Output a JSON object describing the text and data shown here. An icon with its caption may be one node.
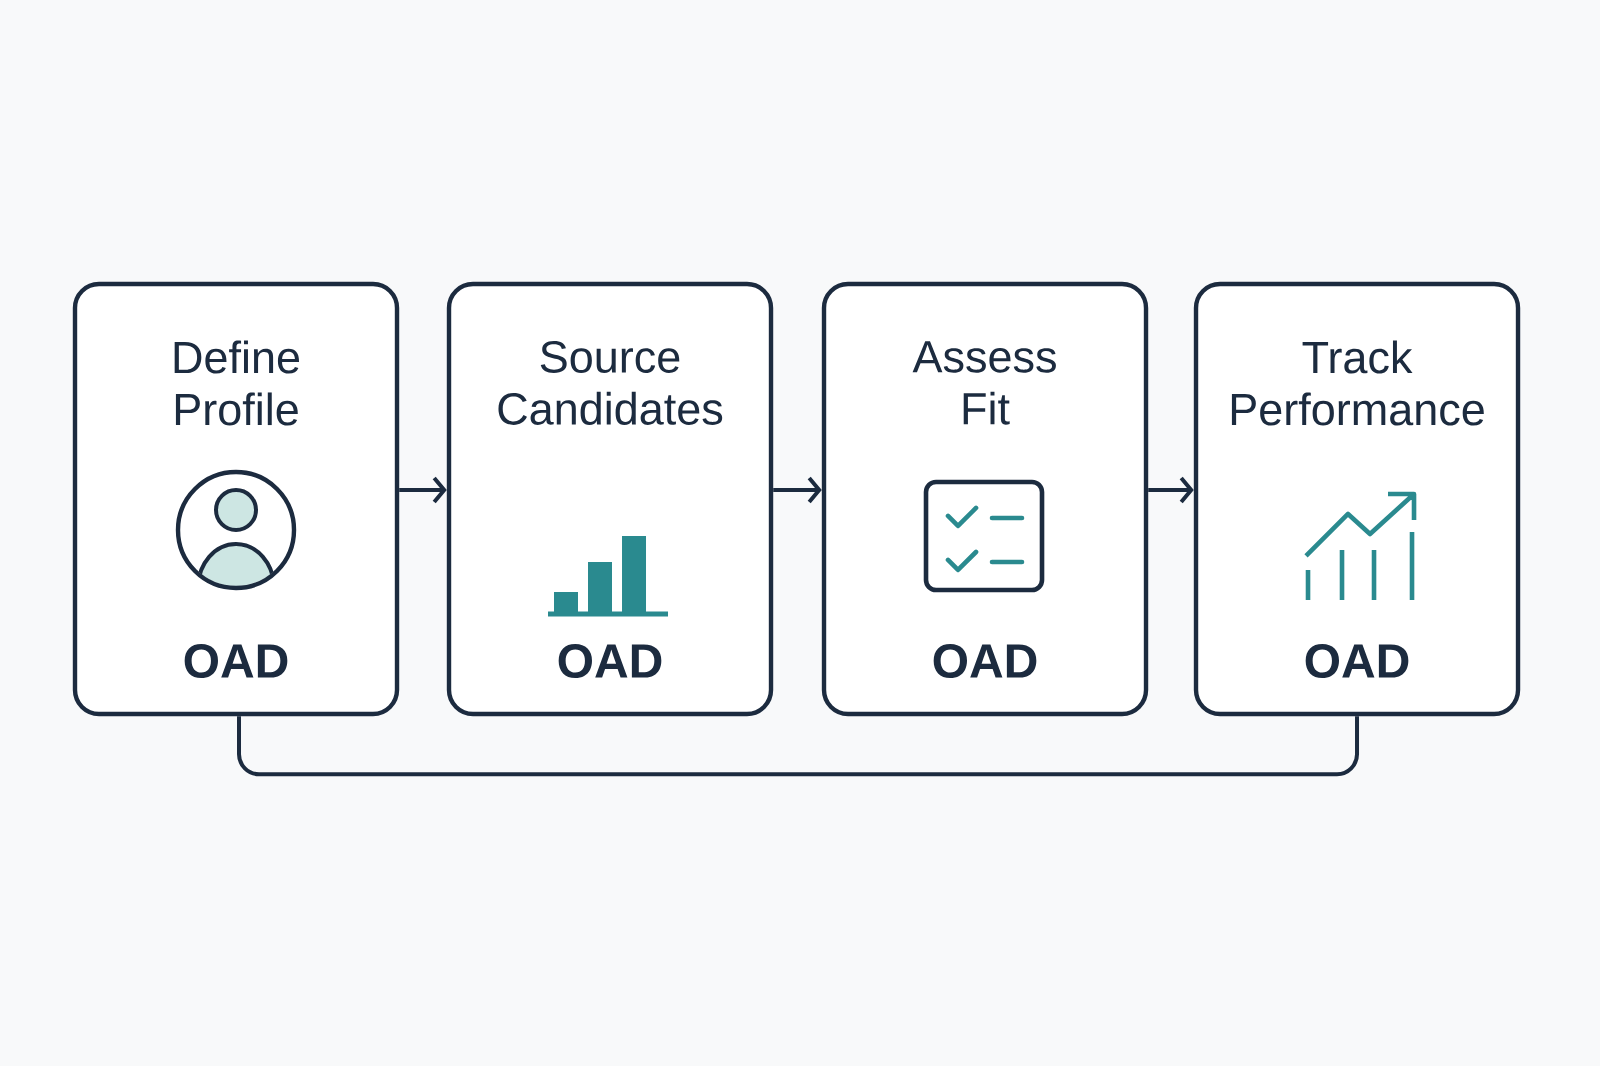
{
  "diagram": {
    "nodes": [
      {
        "text": [
          "Define Profile",
          "OAD"
        ]
      },
      {
        "text": [
          "Source Candidates",
          "OAD"
        ]
      },
      {
        "text": [
          "Assess Fit",
          "OAD"
        ]
      },
      {
        "text": [
          "Track Performance",
          "OAD"
        ]
      }
    ],
    "edges": [
      {
        "from": 0,
        "to": 1,
        "arrow": "to"
      },
      {
        "from": 1,
        "to": 2,
        "arrow": "to"
      },
      {
        "from": 2,
        "to": 3,
        "arrow": "to"
      },
      {
        "from": 0,
        "to": 3,
        "arrow": "none"
      }
    ]
  }
}
